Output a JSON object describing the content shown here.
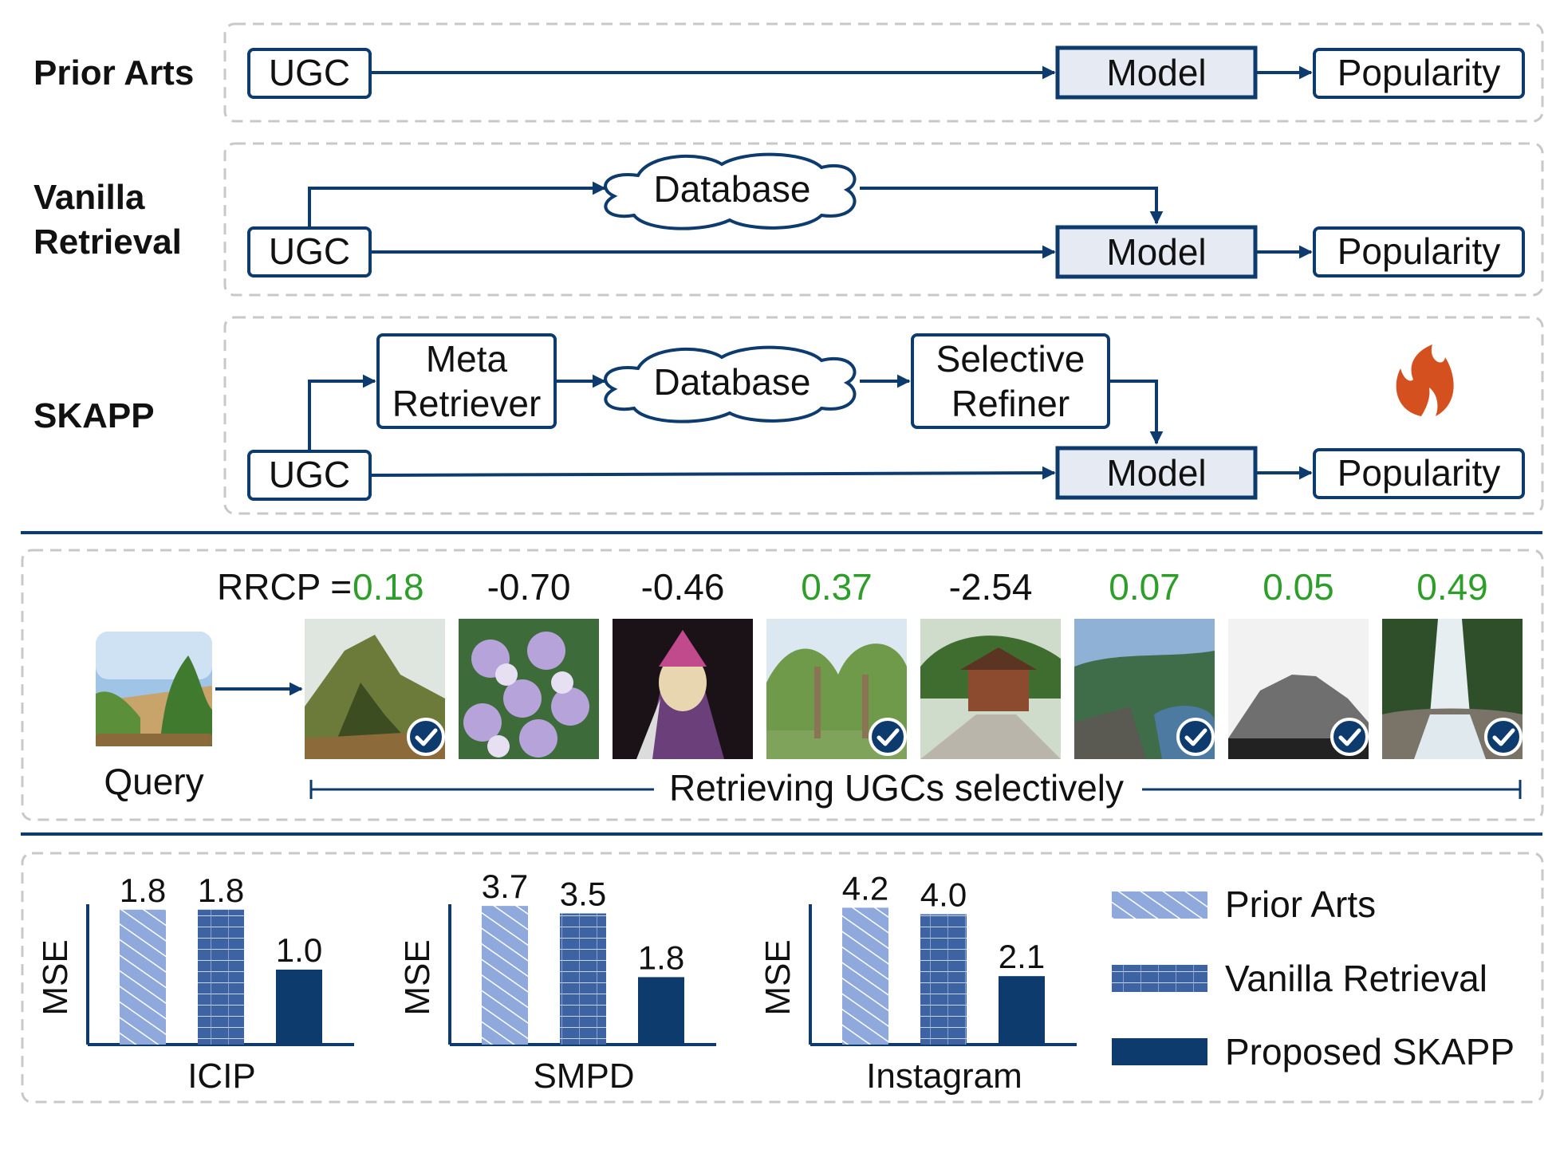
{
  "diagram": {
    "rows": [
      {
        "label_lines": [
          "Prior Arts"
        ]
      },
      {
        "label_lines": [
          "Vanilla",
          "Retrieval"
        ]
      },
      {
        "label_lines": [
          "SKAPP"
        ]
      }
    ],
    "ugc": "UGC",
    "model": "Model",
    "popularity": "Popularity",
    "database": "Database",
    "meta_retriever": [
      "Meta",
      "Retriever"
    ],
    "selective_refiner": [
      "Selective",
      "Refiner"
    ],
    "fire_icon": "fire-icon"
  },
  "retrieval": {
    "rrcp_prefix": "RRCP = ",
    "query_label": "Query",
    "range_label": "Retrieving UGCs selectively",
    "images": [
      {
        "score": "0.18",
        "positive": true,
        "checked": true,
        "subject": "mountain"
      },
      {
        "score": "-0.70",
        "positive": false,
        "checked": false,
        "subject": "flowers"
      },
      {
        "score": "-0.46",
        "positive": false,
        "checked": false,
        "subject": "puppet"
      },
      {
        "score": "0.37",
        "positive": true,
        "checked": true,
        "subject": "trees"
      },
      {
        "score": "-2.54",
        "positive": false,
        "checked": false,
        "subject": "house"
      },
      {
        "score": "0.07",
        "positive": true,
        "checked": true,
        "subject": "cliff"
      },
      {
        "score": "0.05",
        "positive": true,
        "checked": true,
        "subject": "volcano"
      },
      {
        "score": "0.49",
        "positive": true,
        "checked": true,
        "subject": "waterfall"
      }
    ],
    "check_icon": "check-icon",
    "colors": {
      "positive": "#2e9e2a",
      "negative": "#111111"
    }
  },
  "chart_data": [
    {
      "type": "bar",
      "title": "",
      "xlabel": "ICIP",
      "ylabel": "MSE",
      "categories": [
        "Prior Arts",
        "Vanilla Retrieval",
        "Proposed SKAPP"
      ],
      "values": [
        1.8,
        1.8,
        1.0
      ],
      "ylim": [
        0,
        2.0
      ]
    },
    {
      "type": "bar",
      "title": "",
      "xlabel": "SMPD",
      "ylabel": "MSE",
      "categories": [
        "Prior Arts",
        "Vanilla Retrieval",
        "Proposed SKAPP"
      ],
      "values": [
        3.7,
        3.5,
        1.8
      ],
      "ylim": [
        0,
        4.0
      ]
    },
    {
      "type": "bar",
      "title": "",
      "xlabel": "Instagram",
      "ylabel": "MSE",
      "categories": [
        "Prior Arts",
        "Vanilla Retrieval",
        "Proposed SKAPP"
      ],
      "values": [
        4.2,
        4.0,
        2.1
      ],
      "ylim": [
        0,
        4.6
      ]
    }
  ],
  "legend": [
    "Prior Arts",
    "Vanilla Retrieval",
    "Proposed SKAPP"
  ],
  "colors": {
    "navy": "#0d3b6e",
    "box_fill": "#e6eaf2",
    "light_bar": "#8fa9dc",
    "mid_bar": "#3e63a3",
    "dash": "#c8c8c8",
    "fire": "#d4501e"
  }
}
